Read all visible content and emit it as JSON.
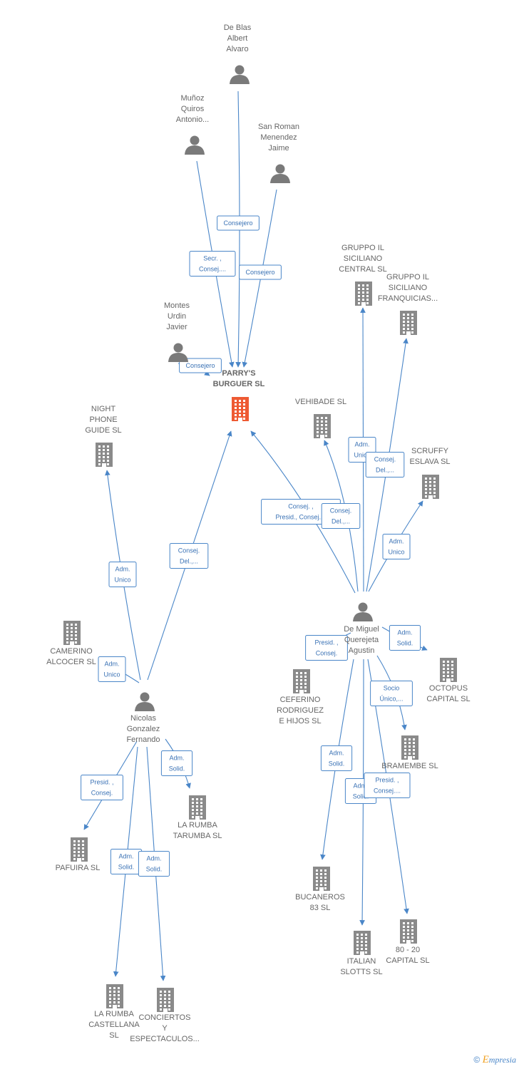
{
  "colors": {
    "company": "#8a8a8a",
    "focus_company": "#ee5a33",
    "person": "#7a7a7a",
    "edge": "#4a86c8"
  },
  "nodes": [
    {
      "id": "parrys",
      "type": "company",
      "focus": true,
      "label": [
        "PARRY'S",
        "BURGUER SL"
      ]
    },
    {
      "id": "deblas",
      "type": "person",
      "label": [
        "De Blas",
        "Albert",
        "Alvaro"
      ]
    },
    {
      "id": "munoz",
      "type": "person",
      "label": [
        "Muñoz",
        "Quiros",
        "Antonio..."
      ]
    },
    {
      "id": "sanroman",
      "type": "person",
      "label": [
        "San Roman",
        "Menendez",
        "Jaime"
      ]
    },
    {
      "id": "montes",
      "type": "person",
      "label": [
        "Montes",
        "Urdin",
        "Javier"
      ]
    },
    {
      "id": "nicolas",
      "type": "person",
      "label": [
        "Nicolas",
        "Gonzalez",
        "Fernando"
      ]
    },
    {
      "id": "demiguel",
      "type": "person",
      "label": [
        "De Miguel",
        "Querejeta",
        "Agustin"
      ]
    },
    {
      "id": "nightphone",
      "type": "company",
      "label": [
        "NIGHT",
        "PHONE",
        "GUIDE SL"
      ]
    },
    {
      "id": "camerino",
      "type": "company",
      "label": [
        "CAMERINO",
        "ALCOCER SL"
      ]
    },
    {
      "id": "pafuira",
      "type": "company",
      "label": [
        "PAFUIRA SL"
      ]
    },
    {
      "id": "larumbatarumba",
      "type": "company",
      "label": [
        "LA RUMBA",
        "TARUMBA SL"
      ]
    },
    {
      "id": "larumbacastellana",
      "type": "company",
      "label": [
        "LA RUMBA",
        "CASTELLANA",
        "SL"
      ]
    },
    {
      "id": "conciertos",
      "type": "company",
      "label": [
        "CONCIERTOS",
        "Y",
        "ESPECTACULOS..."
      ]
    },
    {
      "id": "gruppocentral",
      "type": "company",
      "label": [
        "GRUPPO IL",
        "SICILIANO",
        "CENTRAL  SL"
      ]
    },
    {
      "id": "gruppofranq",
      "type": "company",
      "label": [
        "GRUPPO IL",
        "SICILIANO",
        "FRANQUICIAS..."
      ]
    },
    {
      "id": "vehibade",
      "type": "company",
      "label": [
        "VEHIBADE SL"
      ]
    },
    {
      "id": "scruffy",
      "type": "company",
      "label": [
        "SCRUFFY",
        "ESLAVA SL"
      ]
    },
    {
      "id": "octopus",
      "type": "company",
      "label": [
        "OCTOPUS",
        "CAPITAL SL"
      ]
    },
    {
      "id": "ceferino",
      "type": "company",
      "label": [
        "CEFERINO",
        "RODRIGUEZ",
        "E HIJOS SL"
      ]
    },
    {
      "id": "bramembe",
      "type": "company",
      "label": [
        "BRAMEMBE SL"
      ]
    },
    {
      "id": "bucaneros",
      "type": "company",
      "label": [
        "BUCANEROS",
        "83  SL"
      ]
    },
    {
      "id": "italian",
      "type": "company",
      "label": [
        "ITALIAN",
        "SLOTTS  SL"
      ]
    },
    {
      "id": "capital8020",
      "type": "company",
      "label": [
        "80 -  20",
        "CAPITAL SL"
      ]
    }
  ],
  "relations": [
    {
      "from": "deblas",
      "to": "parrys",
      "label": [
        "Consejero"
      ]
    },
    {
      "from": "munoz",
      "to": "parrys",
      "label": [
        "Secr. ,",
        "Consej...."
      ]
    },
    {
      "from": "sanroman",
      "to": "parrys",
      "label": [
        "Consejero"
      ]
    },
    {
      "from": "montes",
      "to": "parrys",
      "label": [
        "Consejero"
      ]
    },
    {
      "from": "nicolas",
      "to": "parrys",
      "label": [
        "Consej.",
        "Del.,..."
      ]
    },
    {
      "from": "demiguel",
      "to": "parrys",
      "label": [
        "Consej. ,",
        "Presid., Consej...."
      ]
    },
    {
      "from": "nicolas",
      "to": "nightphone",
      "label": [
        "Adm.",
        "Unico"
      ]
    },
    {
      "from": "nicolas",
      "to": "camerino",
      "label": [
        "Adm.",
        "Unico"
      ]
    },
    {
      "from": "nicolas",
      "to": "pafuira",
      "label": [
        "Presid. ,",
        "Consej."
      ]
    },
    {
      "from": "nicolas",
      "to": "larumbatarumba",
      "label": [
        "Adm.",
        "Solid."
      ]
    },
    {
      "from": "nicolas",
      "to": "larumbacastellana",
      "label": [
        "Adm.",
        "Solid."
      ]
    },
    {
      "from": "nicolas",
      "to": "conciertos",
      "label": [
        "Adm.",
        "Solid."
      ]
    },
    {
      "from": "demiguel",
      "to": "gruppocentral",
      "label": [
        "Adm.",
        "Unico"
      ]
    },
    {
      "from": "demiguel",
      "to": "gruppofranq",
      "label": [
        "Consej.",
        "Del.,..."
      ]
    },
    {
      "from": "demiguel",
      "to": "vehibade",
      "label": [
        "Consej.",
        "Del.,..."
      ]
    },
    {
      "from": "demiguel",
      "to": "scruffy",
      "label": [
        "Adm.",
        "Unico"
      ]
    },
    {
      "from": "demiguel",
      "to": "octopus",
      "label": [
        "Adm.",
        "Solid."
      ]
    },
    {
      "from": "demiguel",
      "to": "ceferino",
      "label": [
        "Presid. ,",
        "Consej."
      ]
    },
    {
      "from": "demiguel",
      "to": "bramembe",
      "label": [
        "Socio",
        "Único,..."
      ]
    },
    {
      "from": "demiguel",
      "to": "bucaneros",
      "label": [
        "Adm.",
        "Solid."
      ]
    },
    {
      "from": "demiguel",
      "to": "italian",
      "label": [
        "Adm.",
        "Solid."
      ]
    },
    {
      "from": "demiguel",
      "to": "capital8020",
      "label": [
        "Presid. ,",
        "Consej...."
      ]
    }
  ],
  "footer": {
    "copyright": "©",
    "brand_e": "E",
    "brand_rest": "mpresia"
  }
}
